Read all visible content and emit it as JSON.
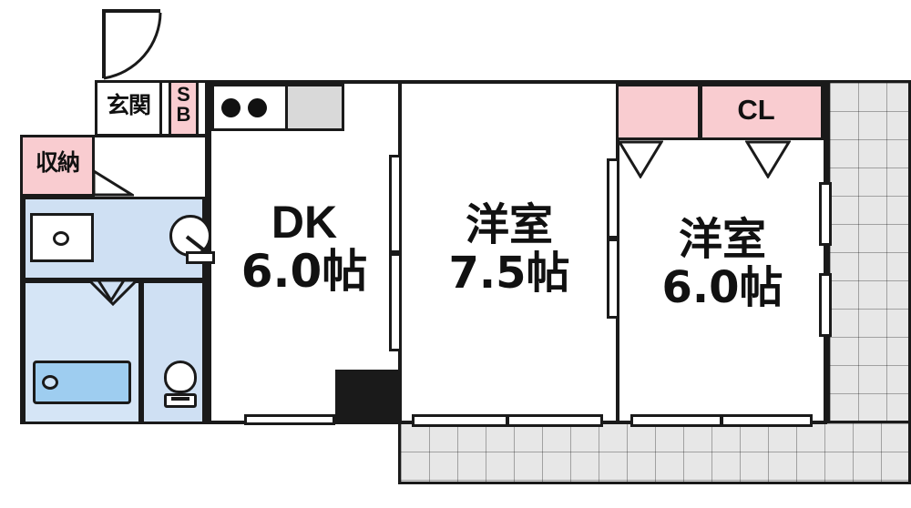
{
  "plan": {
    "title": "apartment-floor-plan",
    "rooms": [
      {
        "id": "dk",
        "name_line1": "DK",
        "name_line2": "6.0帖"
      },
      {
        "id": "washitsu1",
        "name_line1": "洋室",
        "name_line2": "7.5帖"
      },
      {
        "id": "washitsu2",
        "name_line1": "洋室",
        "name_line2": "6.0帖"
      }
    ],
    "labels": {
      "genkan": "玄関",
      "sb": "S\nB",
      "sb_line1": "S",
      "sb_line2": "B",
      "shuno": "収納",
      "cl": "CL"
    },
    "colors": {
      "wall": "#1a1a1a",
      "closet_fill": "#f9ccd0",
      "water_area_fill": "#cfe0f3",
      "bath_fill": "#b9d6f2",
      "balcony_fill": "#e7e7e7",
      "room_fill": "#ffffff"
    },
    "fixtures": [
      {
        "name": "entrance-door",
        "type": "swing-door"
      },
      {
        "name": "stove",
        "type": "kitchen-stove-two-burner"
      },
      {
        "name": "sink-counter",
        "type": "kitchen-counter"
      },
      {
        "name": "washbasin",
        "type": "vanity-sink"
      },
      {
        "name": "washing-machine-space",
        "type": "circle-marker"
      },
      {
        "name": "bathtub",
        "type": "bathtub"
      },
      {
        "name": "toilet",
        "type": "toilet"
      },
      {
        "name": "balcony",
        "type": "balcony-tiles"
      }
    ]
  }
}
